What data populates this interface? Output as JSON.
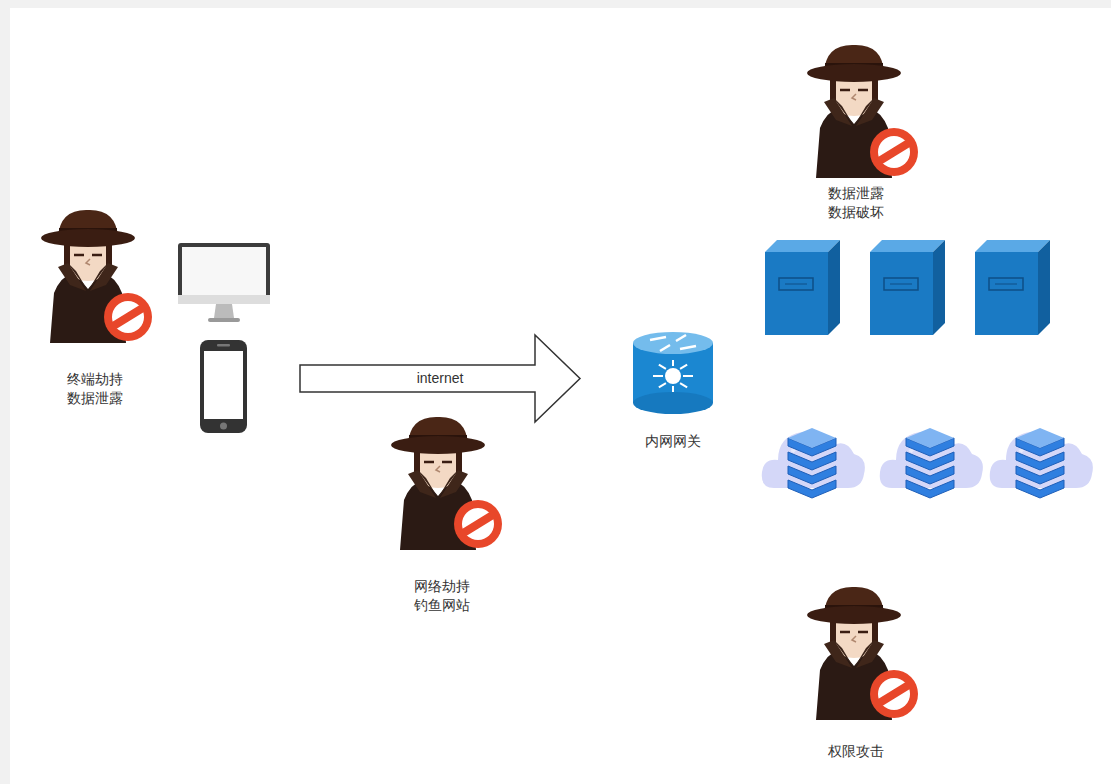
{
  "diagram": {
    "nodes": [
      {
        "text": [
          "内网网关"
        ]
      }
    ],
    "labels": [
      "终端劫持 数据泄露",
      "internet",
      "网络劫持 钓鱼网站",
      "数据泄露 数据破坏",
      "权限攻击"
    ]
  }
}
